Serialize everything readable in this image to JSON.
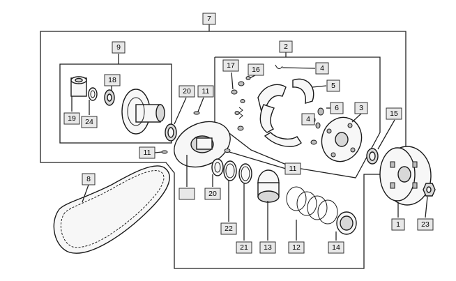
{
  "callouts": {
    "c1": "1",
    "c2": "2",
    "c3": "3",
    "c4a": "4",
    "c4b": "4",
    "c5": "5",
    "c6": "6",
    "c7": "7",
    "c8": "8",
    "c9": "9",
    "c11a": "11",
    "c11b": "11",
    "c11c": "11",
    "c12": "12",
    "c13": "13",
    "c14": "14",
    "c15": "15",
    "c16": "16",
    "c17": "17",
    "c18": "18",
    "c19": "19",
    "c20a": "20",
    "c20b": "20",
    "c21": "21",
    "c22": "22",
    "c23": "23",
    "c24": "24"
  },
  "colors": {
    "line": "#222222",
    "callout_fill": "#e8e8e8",
    "part_fill": "#f7f7f7"
  }
}
